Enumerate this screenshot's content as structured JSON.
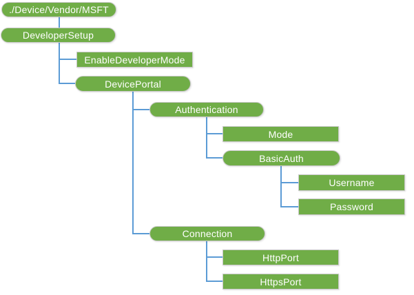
{
  "colors": {
    "node_fill": "#70ad47",
    "node_text": "#ffffff",
    "node_border": "#c9c9c9",
    "connector": "#5b9bd5",
    "background": "#ffffff"
  },
  "tree": {
    "label": "./Device/Vendor/MSFT",
    "children": [
      {
        "label": "DeveloperSetup",
        "children": [
          {
            "label": "EnableDeveloperMode"
          },
          {
            "label": "DevicePortal",
            "children": [
              {
                "label": "Authentication",
                "children": [
                  {
                    "label": "Mode"
                  },
                  {
                    "label": "BasicAuth",
                    "children": [
                      {
                        "label": "Username"
                      },
                      {
                        "label": "Password"
                      }
                    ]
                  }
                ]
              },
              {
                "label": "Connection",
                "children": [
                  {
                    "label": "HttpPort"
                  },
                  {
                    "label": "HttpsPort"
                  }
                ]
              }
            ]
          }
        ]
      }
    ]
  }
}
